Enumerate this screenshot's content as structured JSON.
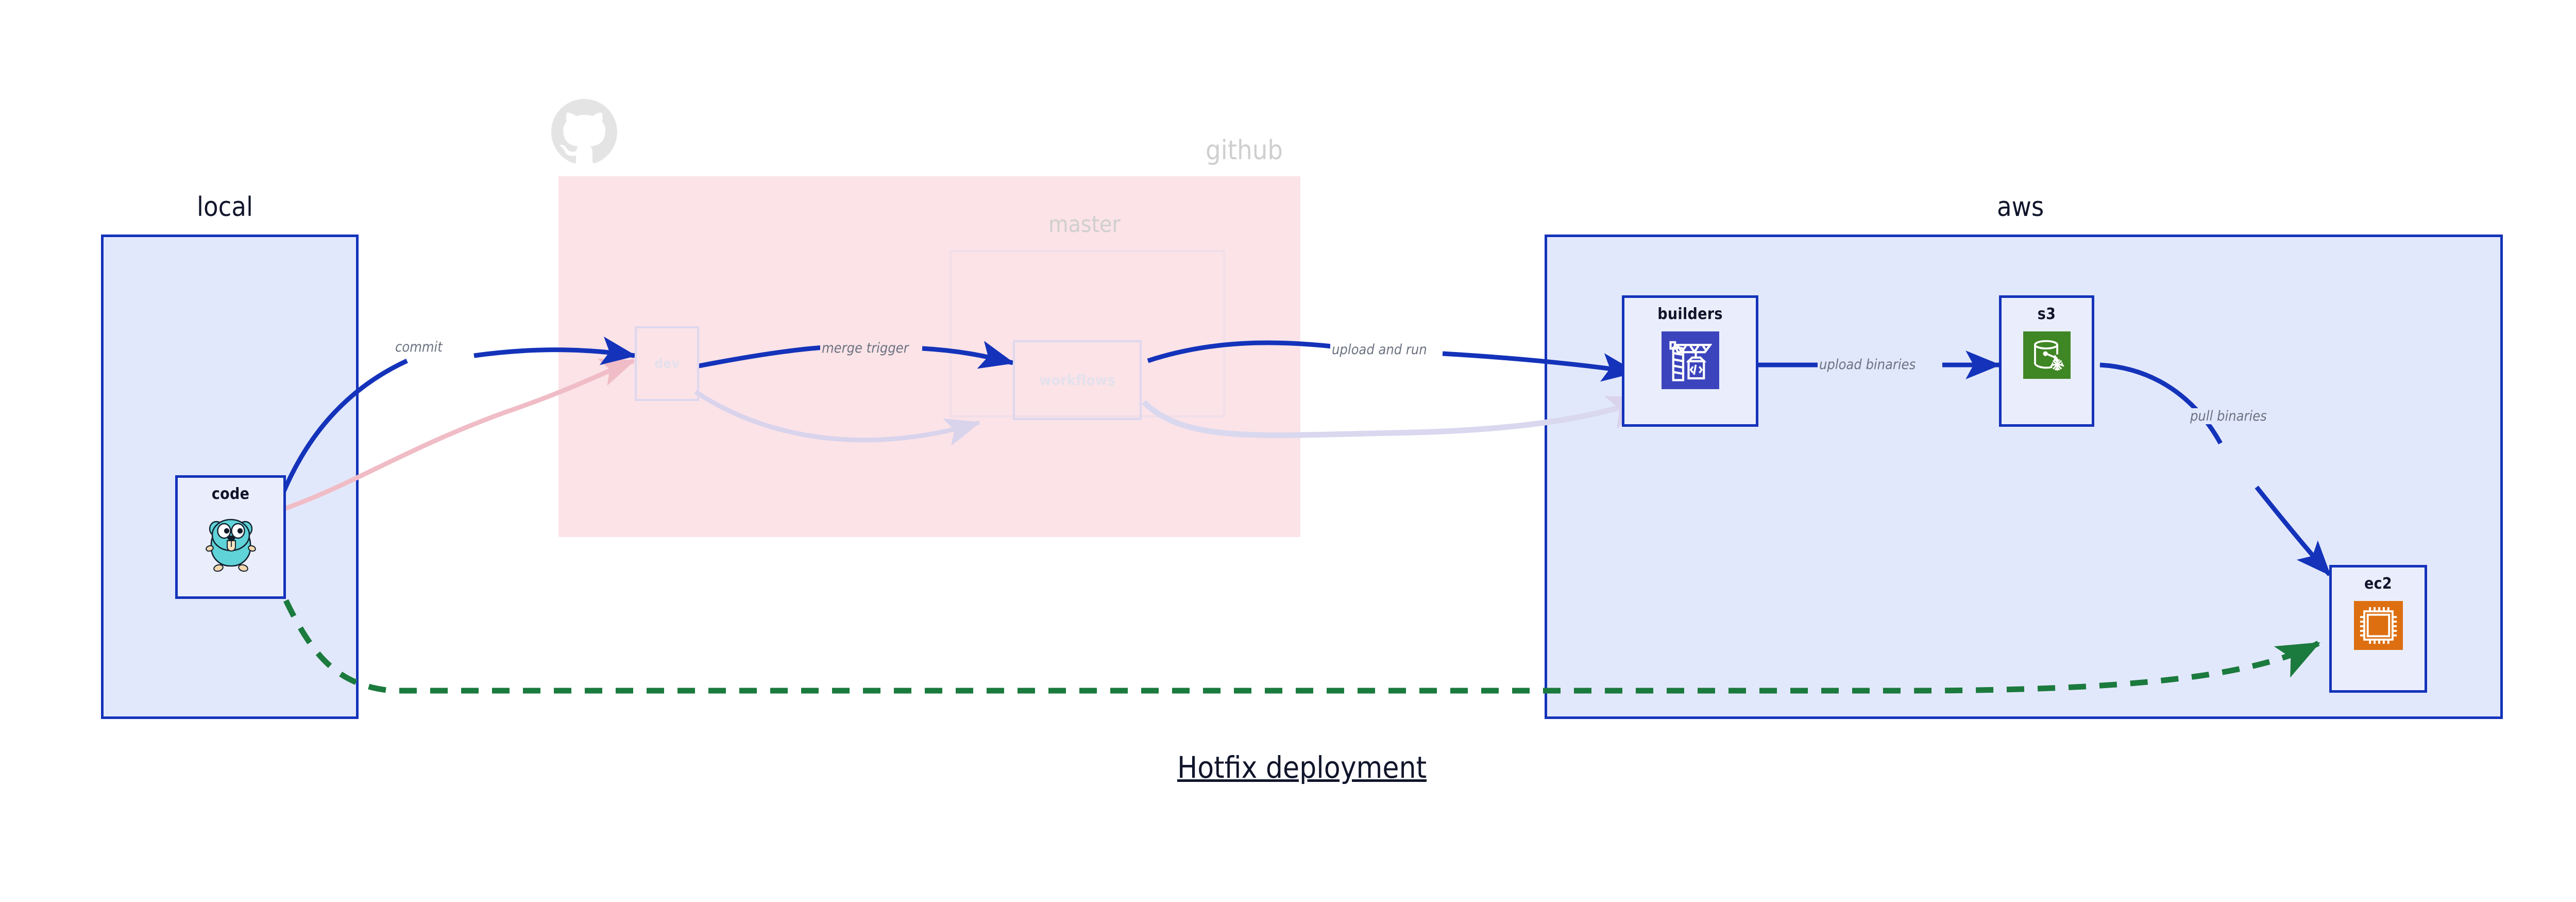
{
  "diagram": {
    "title": "Hotfix deployment",
    "type": "flow"
  },
  "clusters": [
    {
      "id": "local",
      "label": "local",
      "style": "active"
    },
    {
      "id": "github",
      "label": "github",
      "style": "faded",
      "logo": "github-logo"
    },
    {
      "id": "master",
      "label": "master",
      "style": "faded"
    },
    {
      "id": "aws",
      "label": "aws",
      "style": "active"
    }
  ],
  "nodes": [
    {
      "id": "code",
      "label": "code",
      "icon": "golang-gopher-icon",
      "style": "active",
      "cluster": "local"
    },
    {
      "id": "dev",
      "label": "dev",
      "icon": "none",
      "style": "faded",
      "cluster": "github"
    },
    {
      "id": "workflows",
      "label": "workflows",
      "icon": "none",
      "style": "faded",
      "cluster": "master"
    },
    {
      "id": "builders",
      "label": "builders",
      "icon": "aws-codebuild-icon",
      "style": "active",
      "cluster": "aws"
    },
    {
      "id": "s3",
      "label": "s3",
      "icon": "aws-s3-glacier-icon",
      "style": "active",
      "cluster": "aws"
    },
    {
      "id": "ec2",
      "label": "ec2",
      "icon": "aws-ec2-icon",
      "style": "active",
      "cluster": "aws"
    }
  ],
  "edges": [
    {
      "id": "e1",
      "from": "code",
      "to": "dev",
      "label": "commit",
      "style": "solid",
      "color": "#1433ba",
      "state": "active"
    },
    {
      "id": "e2",
      "from": "dev",
      "to": "workflows",
      "label": "merge trigger",
      "style": "solid",
      "color": "#1433ba",
      "state": "active"
    },
    {
      "id": "e3",
      "from": "workflows",
      "to": "builders",
      "label": "upload and run",
      "style": "solid",
      "color": "#1433ba",
      "state": "active"
    },
    {
      "id": "e4",
      "from": "builders",
      "to": "s3",
      "label": "upload binaries",
      "style": "solid",
      "color": "#1433ba",
      "state": "active"
    },
    {
      "id": "e5",
      "from": "s3",
      "to": "ec2",
      "label": "pull binaries",
      "style": "solid",
      "color": "#1433ba",
      "state": "active"
    },
    {
      "id": "e6",
      "from": "code",
      "to": "ec2",
      "label": "",
      "style": "dashed",
      "color": "#1b7a3d",
      "state": "active"
    },
    {
      "id": "e7",
      "from": "code",
      "to": "dev",
      "label": "",
      "style": "solid",
      "color": "#f0bcc6",
      "state": "faded"
    },
    {
      "id": "e8",
      "from": "dev",
      "to": "workflows",
      "label": "",
      "style": "solid",
      "color": "#d9d3ec",
      "state": "faded"
    },
    {
      "id": "e9",
      "from": "workflows",
      "to": "builders",
      "label": "",
      "style": "solid",
      "color": "#d9d8ef",
      "state": "faded"
    }
  ],
  "colors": {
    "accent_blue": "#1433ba",
    "cluster_blue_fill": "#e2e8fb",
    "cluster_pink_fill": "#fbe3e8",
    "node_fill": "#eaeefc",
    "codebuild_indigo": "#3c44bd",
    "s3_green": "#3f8624",
    "ec2_orange": "#dd6f11",
    "dashed_green": "#1b7a3d",
    "label_gray": "#6b7280",
    "text_dark": "#11152b"
  }
}
